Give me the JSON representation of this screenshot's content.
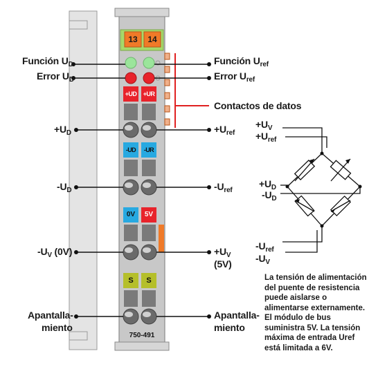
{
  "module": {
    "part_number": "750-491",
    "top_connector": [
      "13",
      "14"
    ],
    "slots": {
      "ud_pos": "+UD",
      "ur_pos": "+UR",
      "ud_neg": "-UD",
      "ur_neg": "-UR",
      "zero_v": "0V",
      "five_v": "5V",
      "shield_left": "S",
      "shield_right": "S"
    }
  },
  "labels_left": {
    "funcion_ud": {
      "text": "Función U",
      "sub": "D"
    },
    "error_ud": {
      "text": "Error U",
      "sub": "D"
    },
    "plus_ud": {
      "text": "+U",
      "sub": "D"
    },
    "minus_ud": {
      "text": "-U",
      "sub": "D"
    },
    "minus_uv": {
      "text": "-U",
      "sub": "V",
      "suffix": " (0V)"
    },
    "shield_line1": "Apantalla-",
    "shield_line2": "miento"
  },
  "labels_right": {
    "funcion_uref": {
      "text": "Función U",
      "sub": "ref"
    },
    "error_uref": {
      "text": "Error U",
      "sub": "ref"
    },
    "data_contacts": "Contactos de datos",
    "plus_uref": {
      "text": "+U",
      "sub": "ref"
    },
    "minus_uref": {
      "text": "-U",
      "sub": "ref"
    },
    "plus_uv": {
      "text": "+U",
      "sub": "V"
    },
    "plus_uv_line2": "(5V)",
    "shield_line1": "Apantalla-",
    "shield_line2": "miento"
  },
  "bridge": {
    "plus_uv": {
      "text": "+U",
      "sub": "V"
    },
    "plus_uref": {
      "text": "+U",
      "sub": "ref"
    },
    "plus_ud": {
      "text": "+U",
      "sub": "D"
    },
    "minus_ud": {
      "text": "-U",
      "sub": "D"
    },
    "minus_uref": {
      "text": "-U",
      "sub": "ref"
    },
    "minus_uv": {
      "text": "-U",
      "sub": "V"
    }
  },
  "note": "La tensión de alimentación del puente de resistencia puede aislarse o alimentarse externamente. El módulo de bus suministra 5V. La tensión máxima de entrada Uref está limitada a 6V.",
  "colors": {
    "housing": "#c8c8c8",
    "led_green": "#9be59b",
    "led_red": "#e8232b",
    "slot_red": "#e8232b",
    "slot_blue": "#27a9e1",
    "slot_yellow": "#b5bf2a",
    "connector_orange": "#f07a28",
    "data_line": "#e02020"
  }
}
